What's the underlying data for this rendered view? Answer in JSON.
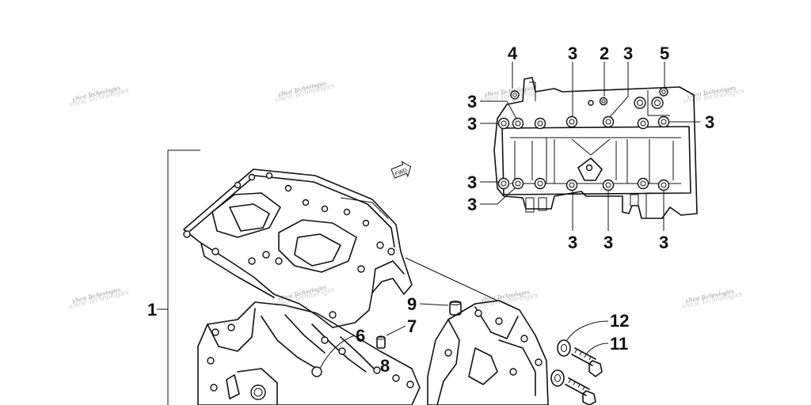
{
  "watermark": "vNext Technologies",
  "fwd_label": "FWD",
  "callouts": {
    "c4": "4",
    "c3": "3",
    "c2": "2",
    "c5": "5",
    "c1": "1",
    "c6": "6",
    "c7": "7",
    "c8": "8",
    "c9": "9",
    "c11": "11",
    "c12": "12"
  }
}
